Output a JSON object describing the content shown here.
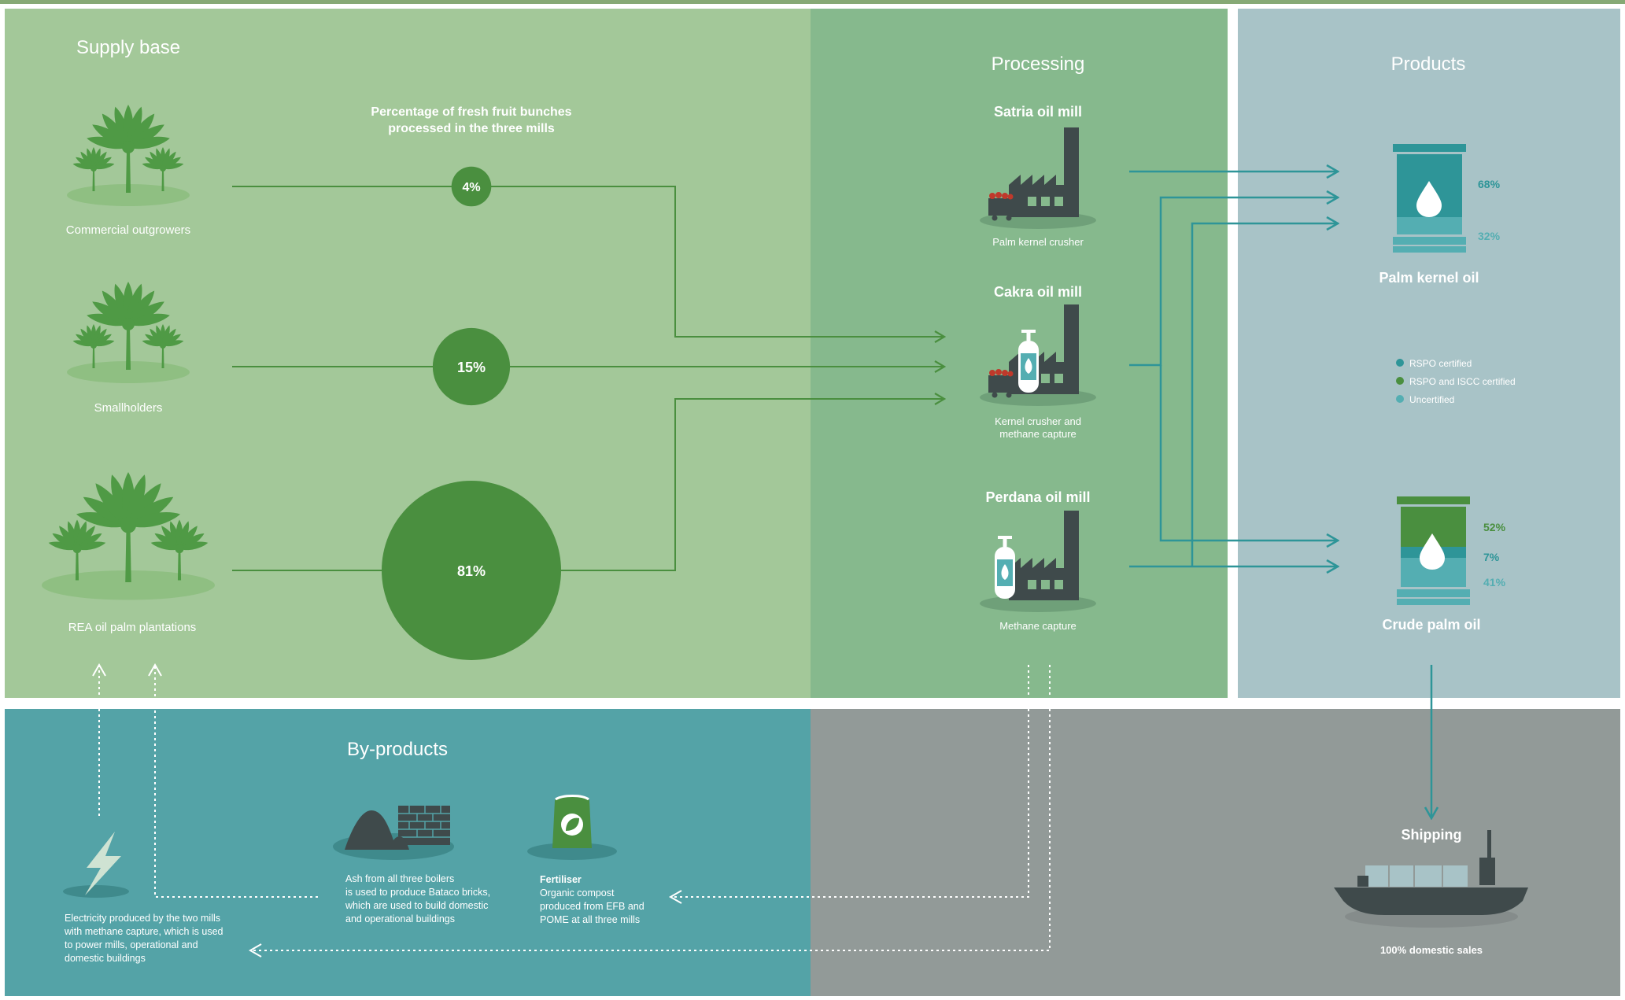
{
  "colors": {
    "supply_bg": "#a3c899",
    "processing_bg": "#86b98d",
    "products_bg": "#a8c3c7",
    "byproducts_bg": "#54a3a7",
    "grey_bg": "#929a98",
    "dark_green": "#4a8f3f",
    "teal": "#2e9598",
    "mid_teal": "#54aeb2",
    "factory": "#3f4a4b",
    "palm": "#4f9a45"
  },
  "sections": {
    "supply_base": "Supply base",
    "processing": "Processing",
    "products": "Products",
    "byproducts": "By-products"
  },
  "supply": {
    "percent_heading_1": "Percentage of fresh fruit bunches",
    "percent_heading_2": "processed in the three mills",
    "sources": [
      {
        "label": "Commercial outgrowers",
        "percent": "4%",
        "share": 4
      },
      {
        "label": "Smallholders",
        "percent": "15%",
        "share": 15
      },
      {
        "label": "REA oil palm plantations",
        "percent": "81%",
        "share": 81
      }
    ]
  },
  "mills": [
    {
      "name": "Satria oil mill",
      "caption_1": "Palm kernel crusher",
      "caption_2": ""
    },
    {
      "name": "Cakra oil mill",
      "caption_1": "Kernel crusher and",
      "caption_2": "methane capture"
    },
    {
      "name": "Perdana oil mill",
      "caption_1": "Methane capture",
      "caption_2": ""
    }
  ],
  "products": {
    "palm_kernel_oil": {
      "name": "Palm kernel oil",
      "segments": [
        {
          "label": "68%",
          "value": 68,
          "cert": "RSPO certified"
        },
        {
          "label": "32%",
          "value": 32,
          "cert": "Uncertified"
        }
      ]
    },
    "crude_palm_oil": {
      "name": "Crude palm oil",
      "segments": [
        {
          "label": "52%",
          "value": 52,
          "cert": "RSPO and ISCC certified"
        },
        {
          "label": "7%",
          "value": 7,
          "cert": "RSPO certified"
        },
        {
          "label": "41%",
          "value": 41,
          "cert": "Uncertified"
        }
      ]
    },
    "legend": [
      "RSPO certified",
      "RSPO and ISCC certified",
      "Uncertified"
    ]
  },
  "shipping": {
    "title": "Shipping",
    "caption": "100% domestic sales"
  },
  "byproducts": {
    "electricity": [
      "Electricity produced by the two mills",
      "with methane capture, which is used",
      "to power mills, operational and",
      "domestic buildings"
    ],
    "ash": [
      "Ash from all three boilers",
      "is used to produce Bataco bricks,",
      "which are used to build domestic",
      "and operational buildings"
    ],
    "fertiliser_title": "Fertiliser",
    "fertiliser": [
      "Organic compost",
      "produced from EFB and",
      "POME at all three mills"
    ]
  }
}
